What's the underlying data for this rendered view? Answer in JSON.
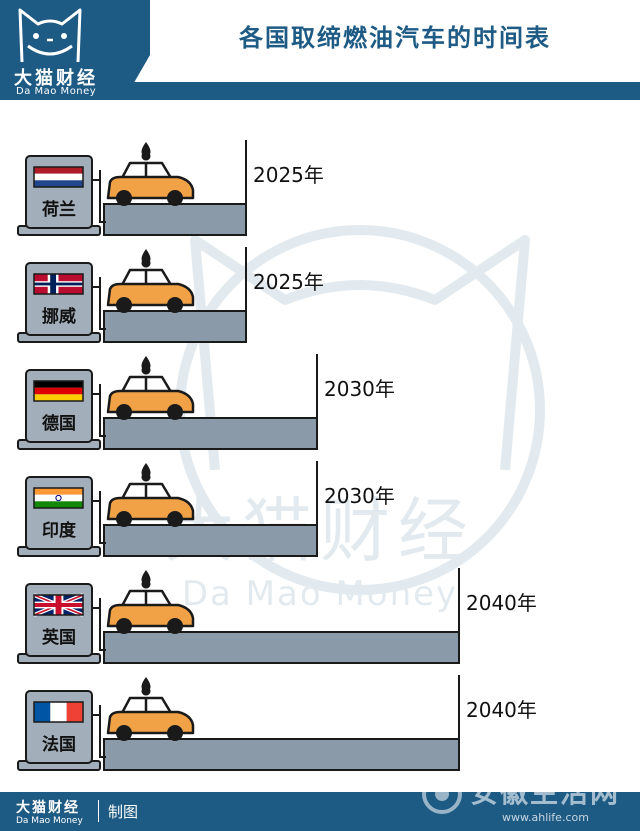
{
  "header": {
    "title": "各国取缔燃油汽车的时间表",
    "logo_title": "大猫财经",
    "logo_subtitle": "Da Mao Money"
  },
  "chart_data": {
    "type": "bar",
    "orientation": "horizontal",
    "categories": [
      "荷兰",
      "挪威",
      "德国",
      "印度",
      "英国",
      "法国"
    ],
    "values": [
      2025,
      2025,
      2030,
      2030,
      2040,
      2040
    ],
    "value_labels": [
      "2025年",
      "2025年",
      "2030年",
      "2030年",
      "2040年",
      "2040年"
    ],
    "flags": [
      "netherlands",
      "norway",
      "germany",
      "india",
      "united-kingdom",
      "france"
    ],
    "value_axis_baseline": 2015,
    "title": "各国取缔燃油汽车的时间表",
    "xlabel": "",
    "ylabel": ""
  },
  "background_watermark": {
    "title": "大猫财经",
    "subtitle": "Da Mao Money"
  },
  "footer": {
    "logo_title": "大猫财经",
    "logo_subtitle": "Da Mao Money",
    "credit": "制图"
  },
  "corner_watermark": {
    "title": "安徽生活网",
    "url": "www.ahlife.com"
  },
  "colors": {
    "brand_blue": "#1d5a84",
    "bar_fill": "#8a9aa8",
    "pump_fill": "#a2aeb9",
    "car_body": "#f2a246",
    "outline": "#1a1a1a"
  },
  "icons": [
    "cat-logo-icon",
    "fuel-pump-icon",
    "car-icon",
    "fuel-drop-icon",
    "flag-icon"
  ]
}
